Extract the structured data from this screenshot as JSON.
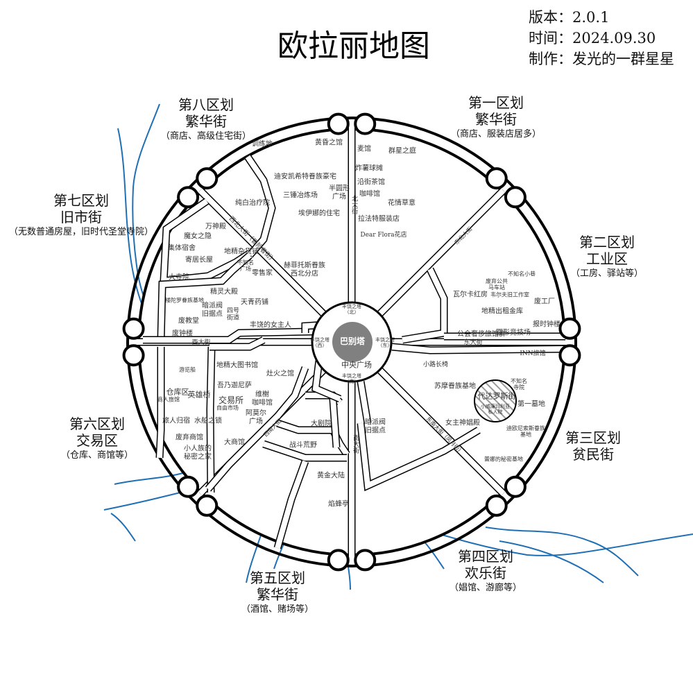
{
  "title": "欧拉丽地图",
  "info": {
    "version": "版本：2.0.1",
    "date": "时间：2024.09.30",
    "author": "制作：发光的一群星星"
  },
  "colors": {
    "river": "#1f6fb5",
    "road": "#000000",
    "tower": "#808080",
    "slum_hatch": "#9a9a9a"
  },
  "districts": [
    {
      "name": "第一区划",
      "sub": "繁华街",
      "desc": "（商店、服装店居多）"
    },
    {
      "name": "第二区划",
      "sub": "工业区",
      "desc": "（工房、驿站等）"
    },
    {
      "name": "第三区划",
      "sub": "贫民街",
      "desc": ""
    },
    {
      "name": "第四区划",
      "sub": "欢乐街",
      "desc": "（娼馆、游廊等）"
    },
    {
      "name": "第五区划",
      "sub": "繁华街",
      "desc": "（酒馆、赌场等）"
    },
    {
      "name": "第六区划",
      "sub": "交易区",
      "desc": "（仓库、商馆等）"
    },
    {
      "name": "第七区划",
      "sub": "旧市街",
      "desc": "（无数普通房屋，旧时代圣堂寺院）"
    },
    {
      "name": "第八区划",
      "sub": "繁华街",
      "desc": "（商店、高级住宅街）"
    }
  ],
  "center": {
    "tower": "巴别塔",
    "plaza": "中央广场",
    "north": "丰饶之塔\n（北）",
    "west": "丰饶之塔\n（西）",
    "east": "丰饶之塔\n（东）",
    "south": "丰饶之塔\n（南）"
  },
  "streets": [
    "北大街",
    "南大街",
    "西大街",
    "东大街",
    "西北大街（冒险者街）",
    "东北大街",
    "东南大街（风月街）",
    "西南大街"
  ],
  "places": [
    "训练地",
    "黄昏之馆",
    "迪安凯希特眷族豪宅",
    "三锤冶炼场",
    "半圆形\n广场",
    "埃伊娜的住宅",
    "纯白治疗院",
    "万神殿",
    "魔女之隐",
    "集体宿舍",
    "地精杂货铺",
    "寄居长屋",
    "大寺院",
    "零售家",
    "不知名\n广场",
    "赫菲托斯眷族\n西北分店",
    "精灵大殿",
    "楼陀罗眷族基地",
    "暗派阀\n旧据点",
    "四号\n街道",
    "天青药铺",
    "废教堂",
    "丰饶的女主人",
    "废钟楼",
    "麦馆",
    "群星之庭",
    "炸薯球摊",
    "沿街茶馆",
    "咖啡馆",
    "花情草意",
    "拉法特服装店",
    "Dear Flora花店",
    "不知名小巷",
    "废弃公共\n马车站",
    "瓦尔卡红房",
    "韦尔夫旧工作室",
    "废工厂",
    "地精出租金库",
    "报时钟楼",
    "公会奢侈旅馆群",
    "圆形竞技场",
    "INN旅馆",
    "小路长椅",
    "苏摩眷族基地",
    "不知名\n寺院",
    "代达罗斯街",
    "小威廉玛利亚\n私人院",
    "第一墓地",
    "女主神娼殿",
    "迪欧尼索斯眷族\n基地",
    "蕾娜的秘密基地",
    "暗派阀\n旧据点",
    "地精大图书馆",
    "灶火之馆",
    "游览船",
    "吾乃迦尼萨",
    "仓库区",
    "商人旅馆",
    "英雄桥",
    "交易所",
    "自由市场",
    "维榭\n咖啡馆",
    "阿莫尔\n广场",
    "旅人归宿",
    "水船之锁",
    "大剧院",
    "废弃商馆",
    "大商馆",
    "战斗荒野",
    "小人族的\n秘密之家",
    "黄金大陆",
    "焰蜂亭"
  ]
}
